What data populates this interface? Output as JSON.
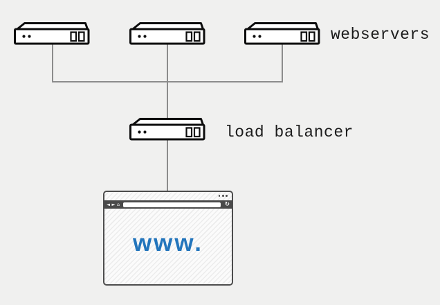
{
  "canvas": {
    "background_color": "#f0f0ef"
  },
  "diagram": {
    "labels": {
      "webservers": "webservers",
      "load_balancer": "load balancer"
    },
    "nodes": [
      {
        "id": "webserver-1",
        "type": "server"
      },
      {
        "id": "webserver-2",
        "type": "server"
      },
      {
        "id": "webserver-3",
        "type": "server"
      },
      {
        "id": "load-balancer",
        "type": "server"
      },
      {
        "id": "browser-window",
        "type": "browser"
      }
    ],
    "edges": [
      {
        "from": "webserver-1",
        "to": "load-balancer"
      },
      {
        "from": "webserver-2",
        "to": "load-balancer"
      },
      {
        "from": "webserver-3",
        "to": "load-balancer"
      },
      {
        "from": "load-balancer",
        "to": "browser-window"
      }
    ],
    "colors": {
      "icon_stroke": "#0d0d0d",
      "icon_fill": "#ffffff",
      "connector_line": "#8c8c8c",
      "label_text": "#1c1c1c"
    }
  },
  "browser": {
    "titlebar": {
      "menu_dots_icon": "•••"
    },
    "toolbar": {
      "back_icon": "◄",
      "forward_icon": "►",
      "home_icon": "⌂",
      "refresh_icon": "↻",
      "url_value": ""
    },
    "content": {
      "text": "www.",
      "text_color": "#2375bc"
    }
  }
}
